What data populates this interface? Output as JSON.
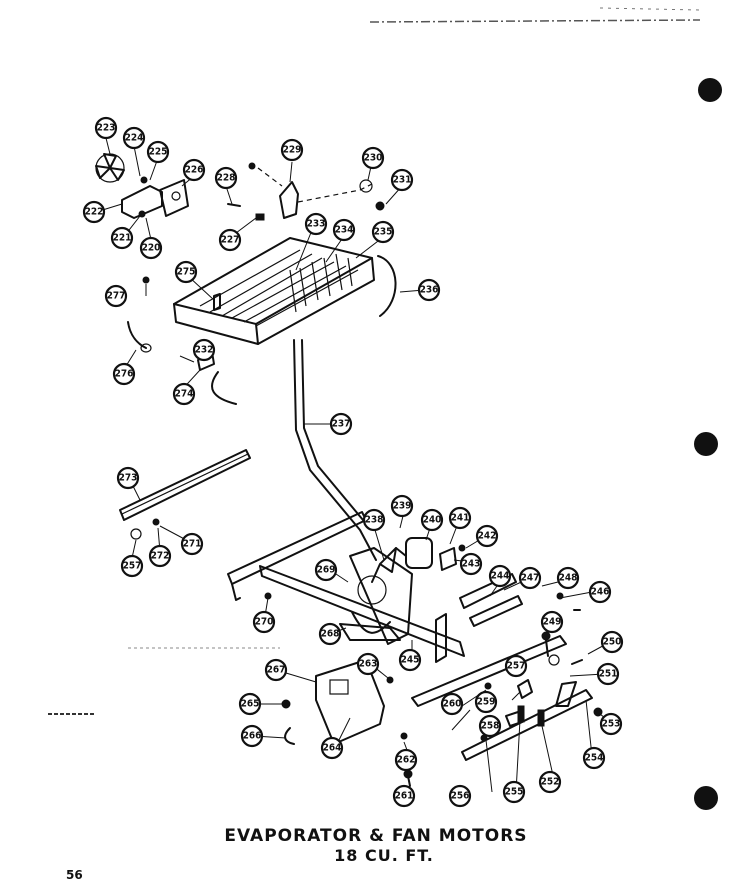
{
  "title": "EVAPORATOR & FAN MOTORS",
  "subtitle": "18 CU. FT.",
  "page_number": "56",
  "callouts": [
    "220",
    "221",
    "222",
    "223",
    "224",
    "225",
    "226",
    "227",
    "228",
    "229",
    "230",
    "231",
    "232",
    "233",
    "234",
    "235",
    "236",
    "237",
    "238",
    "239",
    "240",
    "241",
    "242",
    "243",
    "244",
    "245",
    "246",
    "247",
    "248",
    "249",
    "250",
    "251",
    "252",
    "253",
    "254",
    "255",
    "256",
    "257",
    "257",
    "258",
    "259",
    "260",
    "261",
    "262",
    "263",
    "264",
    "265",
    "266",
    "267",
    "268",
    "269",
    "270",
    "271",
    "272",
    "273",
    "274",
    "275",
    "276",
    "277"
  ]
}
